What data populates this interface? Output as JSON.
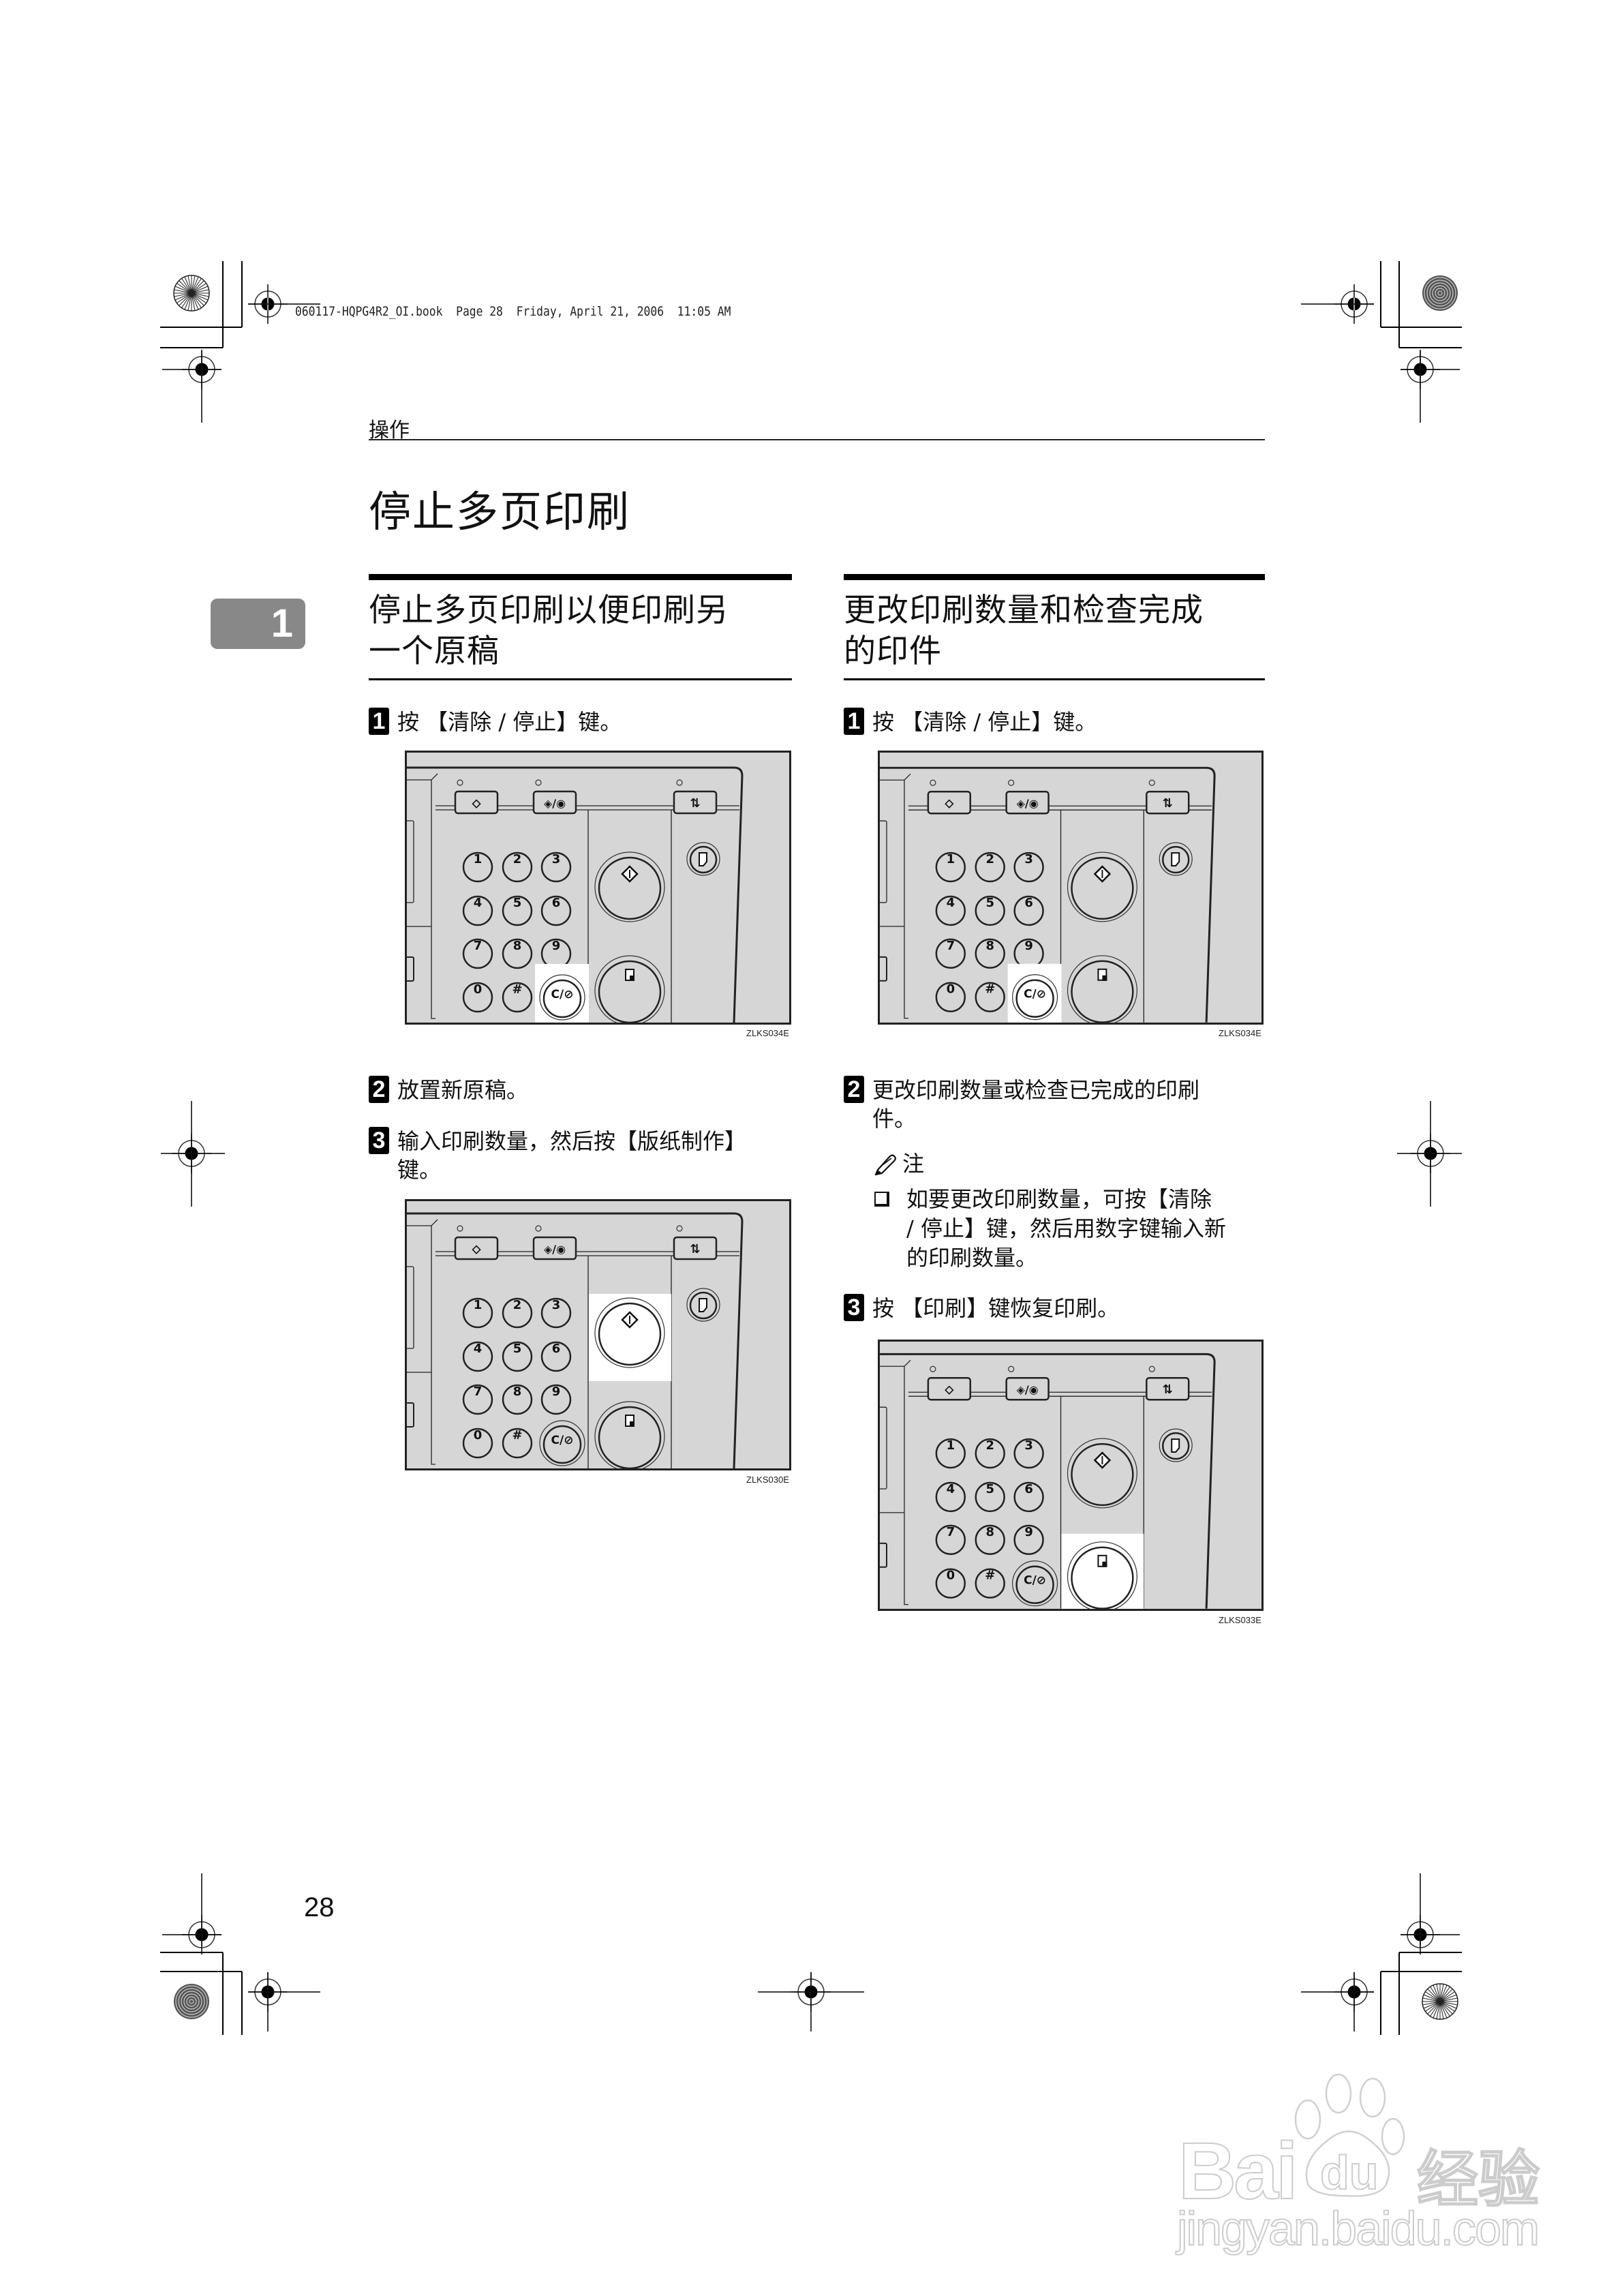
{
  "print_meta": {
    "text": "060117-HQPG4R2_OI.book  Page 28  Friday, April 21, 2006  11:05 AM"
  },
  "header": {
    "section_label": "操作"
  },
  "page_title": "停止多页印刷",
  "chapter_tab": "1",
  "left_column": {
    "heading_line1": "停止多页印刷以便印刷另",
    "heading_line2": "一个原稿",
    "steps": [
      {
        "num": "1",
        "text": "按 【清除 / 停止】键。"
      },
      {
        "num": "2",
        "text": "放置新原稿。"
      },
      {
        "num": "3",
        "text": "输入印刷数量，然后按【版纸制作】\n键。"
      }
    ],
    "figures": [
      {
        "label": "ZLKS034E",
        "highlight": "clear-stop-key"
      },
      {
        "label": "ZLKS030E",
        "highlight": "master-making-key"
      }
    ]
  },
  "right_column": {
    "heading_line1": "更改印刷数量和检查完成",
    "heading_line2": "的印件",
    "steps": [
      {
        "num": "1",
        "text": "按 【清除 / 停止】键。"
      },
      {
        "num": "2",
        "text": "更改印刷数量或检查已完成的印刷\n件。"
      },
      {
        "num": "3",
        "text": "按 【印刷】键恢复印刷。"
      }
    ],
    "note": {
      "icon": "pencil-icon",
      "title": "注",
      "bullet_icon": "checkbox-icon",
      "bullet_text": "如要更改印刷数量，可按【清除\n/ 停止】键，然后用数字键输入新\n的印刷数量。"
    },
    "figures": [
      {
        "label": "ZLKS034E",
        "highlight": "clear-stop-key"
      },
      {
        "label": "ZLKS033E",
        "highlight": "print-key"
      }
    ]
  },
  "control_panel": {
    "keypad": [
      "1",
      "2",
      "3",
      "4",
      "5",
      "6",
      "7",
      "8",
      "9",
      "0",
      "#"
    ],
    "clear_stop_label": "C/⊘",
    "colors": {
      "panel": "#d6d6d6",
      "highlight": "#ffffff",
      "stroke": "#222222"
    }
  },
  "page_number": "28",
  "watermark": {
    "logo_text": "Bai",
    "logo_du": "du",
    "logo_cn": "经验",
    "url": "jingyan.baidu.com"
  }
}
